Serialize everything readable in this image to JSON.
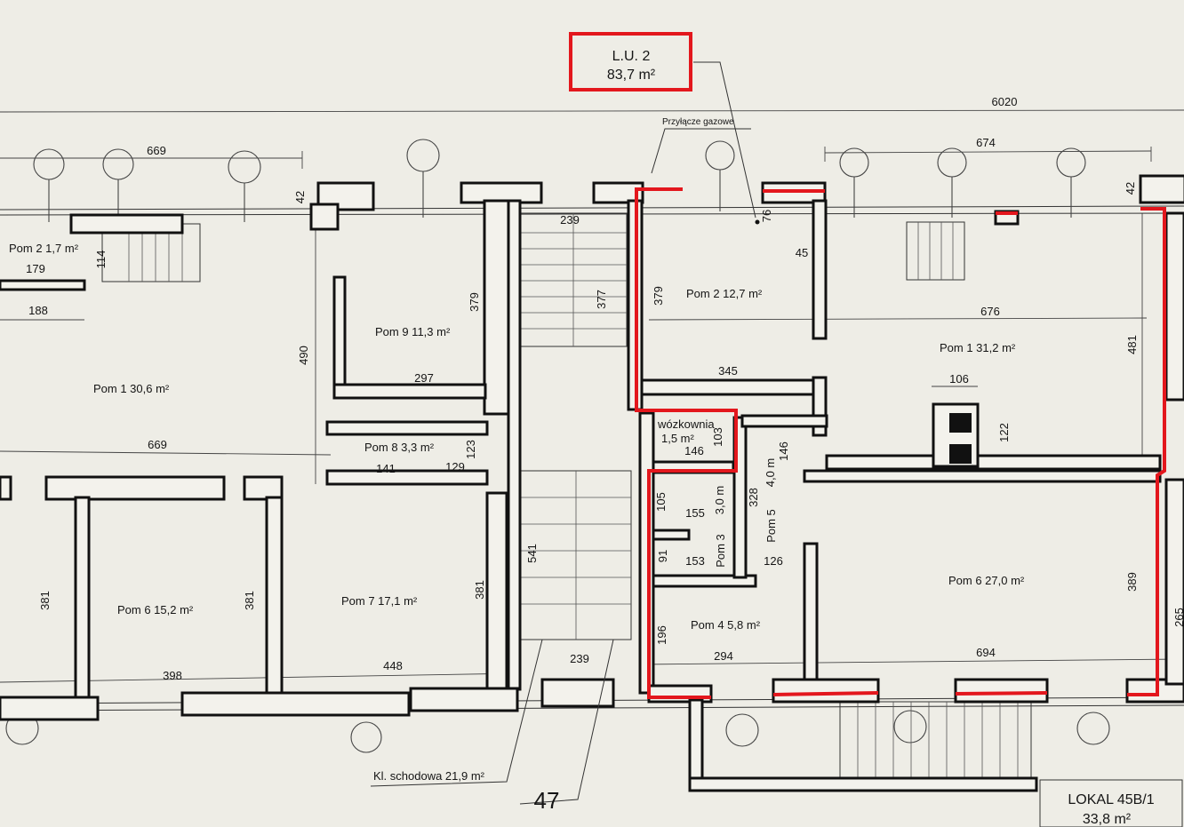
{
  "title_box": {
    "name": "L.U. 2",
    "area": "83,7 m²",
    "accent_color": "#e3171d"
  },
  "annotations": {
    "overall_width": "6020",
    "gas_connection": "Przyłącze gazowe",
    "building_number": "47"
  },
  "lokal_box": {
    "name": "LOKAL 45B/1",
    "area": "33,8 m²"
  },
  "left_unit": {
    "pom1": "Pom 1   30,6 m²",
    "pom2": "Pom 2    1,7 m²",
    "pom6": "Pom 6   15,2 m²",
    "pom7": "Pom 7   17,1 m²",
    "pom8": "Pom 8    3,3 m²",
    "pom9": "Pom 9   11,3 m²",
    "dims": {
      "top": "669",
      "mid": "669",
      "d42": "42",
      "d179": "179",
      "d114": "114",
      "d188": "188",
      "d490": "490",
      "d379": "379",
      "d297": "297",
      "d141": "141",
      "d129": "129",
      "d123": "123",
      "d381a": "381",
      "d381b": "381",
      "d381c": "381",
      "d398": "398",
      "d448": "448"
    }
  },
  "staircase": {
    "label": "Kl. schodowa  21,9 m²",
    "d239_top": "239",
    "d377": "377",
    "d541": "541",
    "d239_bottom": "239"
  },
  "lu2_rooms": {
    "pom2": "Pom 2   12,7 m²",
    "pom1": "Pom 1   31,2 m²",
    "wozkownia": "wózkownia",
    "wozkownia_area": "1,5 m²",
    "pom3": "Pom 3",
    "pom3_area": "3,0 m",
    "pom4": "Pom 4    5,8 m²",
    "pom5": "Pom 5",
    "pom5_area": "4,0 m",
    "pom6": "Pom 6   27,0 m²",
    "dims": {
      "d674": "674",
      "d42": "42",
      "d76": "76",
      "d45": "45",
      "d379": "379",
      "d345": "345",
      "d676": "676",
      "d481": "481",
      "d106": "106",
      "d122": "122",
      "d146a": "146",
      "d103": "103",
      "d146b": "146",
      "d328": "328",
      "d105": "105",
      "d155": "155",
      "d91": "91",
      "d153": "153",
      "d126": "126",
      "d196": "196",
      "d294": "294",
      "d694": "694",
      "d389": "389",
      "d265": "265"
    }
  }
}
